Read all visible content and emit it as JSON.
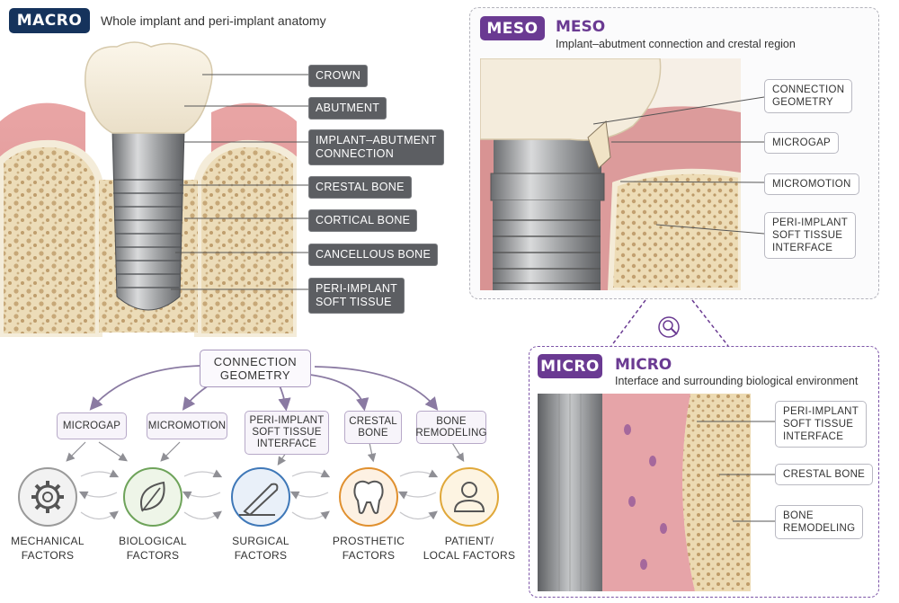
{
  "macro": {
    "badge": "MACRO",
    "title": "Whole implant and peri-implant anatomy",
    "labels": {
      "crown": "CROWN",
      "abutment": "ABUTMENT",
      "connection_l1": "IMPLANT–ABUTMENT",
      "connection_l2": "CONNECTION",
      "crestal": "CRESTAL BONE",
      "cortical": "CORTICAL BONE",
      "cancellous": "CANCELLOUS BONE",
      "soft_l1": "PERI-IMPLANT",
      "soft_l2": "SOFT TISSUE"
    }
  },
  "meso": {
    "badge": "MESO",
    "heading": "MESO",
    "subtitle": "Implant–abutment connection and crestal region",
    "labels": {
      "geometry_l1": "CONNECTION",
      "geometry_l2": "GEOMETRY",
      "microgap": "MICROGAP",
      "micromotion": "MICROMOTION",
      "soft_l1": "PERI-IMPLANT",
      "soft_l2": "SOFT TISSUE",
      "soft_l3": "INTERFACE"
    }
  },
  "micro": {
    "badge": "MICRO",
    "heading": "MICRO",
    "subtitle": "Interface and surrounding biological environment",
    "labels": {
      "soft_l1": "PERI-IMPLANT",
      "soft_l2": "SOFT TISSUE",
      "soft_l3": "INTERFACE",
      "crestal": "CRESTAL BONE",
      "remodel_l1": "BONE",
      "remodel_l2": "REMODELING"
    }
  },
  "flow": {
    "root_l1": "CONNECTION",
    "root_l2": "GEOMETRY",
    "items": {
      "microgap": "MICROGAP",
      "micromotion": "MICROMOTION",
      "soft_l1": "PERI-IMPLANT",
      "soft_l2": "SOFT TISSUE",
      "soft_l3": "INTERFACE",
      "crestal_l1": "CRESTAL",
      "crestal_l2": "BONE",
      "remodel_l1": "BONE",
      "remodel_l2": "REMODELING"
    },
    "factors": {
      "mech_l1": "MECHANICAL",
      "mech_l2": "FACTORS",
      "bio_l1": "BIOLOGICAL",
      "bio_l2": "FACTORS",
      "surg_l1": "SURGICAL",
      "surg_l2": "FACTORS",
      "pros_l1": "PROSTHETIC",
      "pros_l2": "FACTORS",
      "pat_l1": "PATIENT/",
      "pat_l2": "LOCAL FACTORS"
    },
    "colors": {
      "mechanical": "#9a9a9a",
      "biological": "#6ea35a",
      "surgical": "#3f78b8",
      "prosthetic": "#e0902f",
      "patient": "#e0a83a"
    }
  }
}
